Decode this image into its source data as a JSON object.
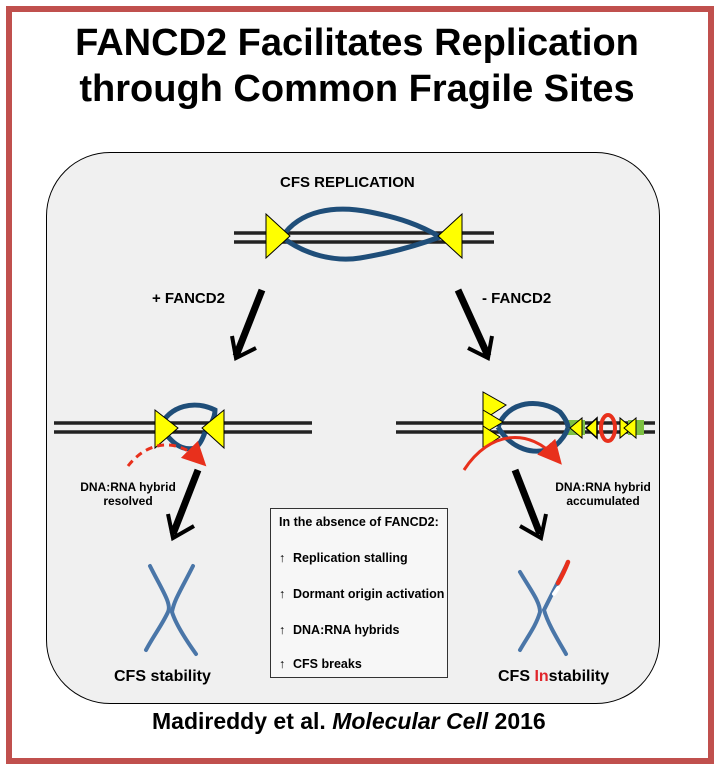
{
  "title_line1": "FANCD2 Facilitates Replication",
  "title_line2": "through Common Fragile Sites",
  "diagram": {
    "heading": "CFS REPLICATION",
    "left_branch": "+ FANCD2",
    "right_branch": "- FANCD2",
    "left_hybrid": [
      "DNA:RNA hybrid",
      "resolved"
    ],
    "right_hybrid": [
      "DNA:RNA hybrid",
      "accumulated"
    ],
    "left_outcome": "CFS stability",
    "right_outcome_prefix": "CFS ",
    "right_outcome_highlight": "In",
    "right_outcome_suffix": "stability"
  },
  "absence_box": {
    "header": "In the absence of FANCD2:",
    "arrow_symbol": "↑",
    "items": [
      "Replication stalling",
      "Dormant origin activation",
      "DNA:RNA hybrids",
      "CFS breaks"
    ]
  },
  "citation": {
    "authors": "Madireddy et al.",
    "journal": "Molecular Cell",
    "year": "2016"
  },
  "colors": {
    "frame": "#c0504d",
    "dna_strand": "#1f4e79",
    "fork_marker": "#ffff00",
    "rna_hybrid": "#e8301c",
    "highlight_text": "#e0252b",
    "green_segment": "#7dc142"
  },
  "icons": [
    "yellow-triangle-fork-icon",
    "down-arrow-icon",
    "chromosome-icon",
    "red-rna-arrow-icon"
  ]
}
